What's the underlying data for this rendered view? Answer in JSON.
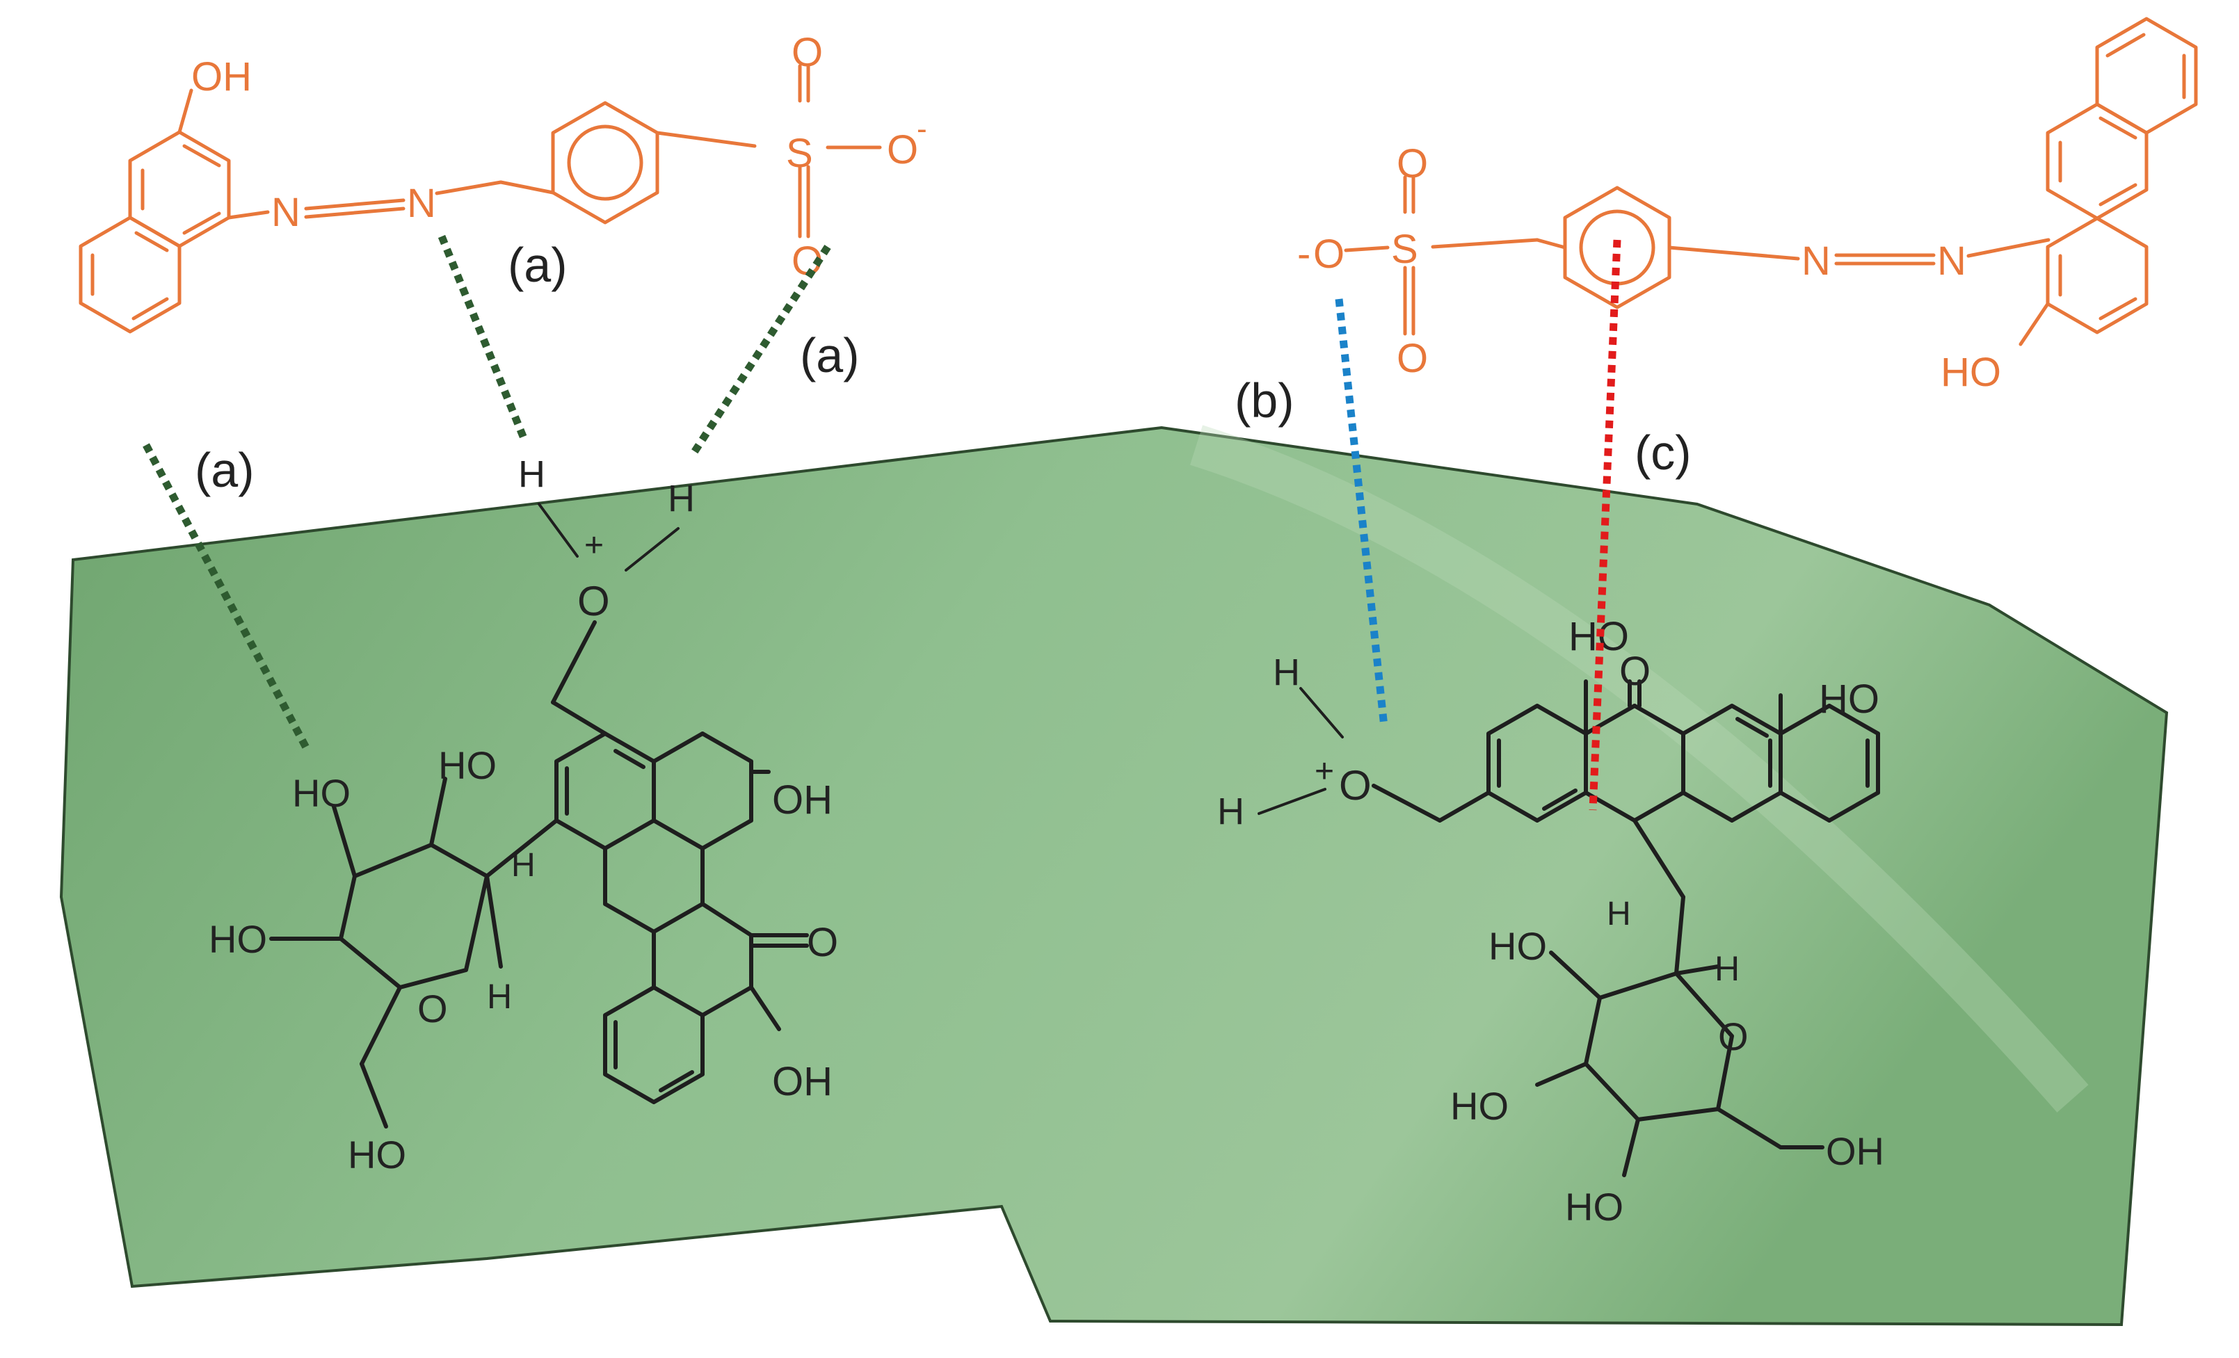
{
  "labels": {
    "interaction_a": "(a)",
    "interaction_b": "(b)",
    "interaction_c": "(c)"
  },
  "dye_left": {
    "OH": "OH",
    "N1": "N",
    "N2": "N",
    "S": "S",
    "O_top": "O",
    "O_neg": "O",
    "neg": "-",
    "O_bottom": "O"
  },
  "dye_right": {
    "O_neg": "O",
    "neg": "-",
    "S": "S",
    "O_top": "O",
    "O_bottom": "O",
    "N1": "N",
    "N2": "N",
    "HO": "HO"
  },
  "aloin_left": {
    "H1": "H",
    "H2": "H",
    "plus": "+",
    "O_ox": "O",
    "OH_top_right": "OH",
    "carbonyl_O": "O",
    "OH_bottom_right": "OH",
    "HO_sugar_1": "HO",
    "HO_sugar_2": "HO",
    "HO_sugar_3": "HO",
    "ring_O": "O",
    "H_anomeric": "H",
    "H_c10": "H",
    "HO_ch2": "HO"
  },
  "aloin_right": {
    "H1": "H",
    "H2": "H",
    "plus": "+",
    "O_ox": "O",
    "HO_top": "HO",
    "carbonyl_O": "O",
    "HO_right": "HO",
    "H_c10": "H",
    "HO_s1": "HO",
    "H_anomeric": "H",
    "ring_O": "O",
    "HO_s2": "HO",
    "OH_ch2": "OH",
    "HO_s3": "HO"
  },
  "colors": {
    "dye": "#e8773a",
    "surface": "#7fb07f",
    "hbond_a": "#2e5b30",
    "interaction_b": "#1a82c9",
    "interaction_c": "#e21b1b"
  }
}
